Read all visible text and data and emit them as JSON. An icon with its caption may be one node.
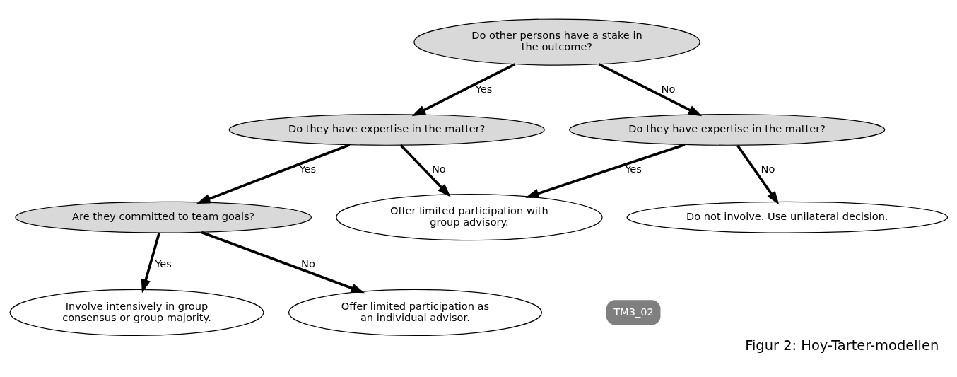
{
  "diagram": {
    "caption": "Figur 2: Hoy-Tarter-modellen",
    "nodes": [
      {
        "text": [
          "Do other persons have a stake in the outcome?"
        ]
      },
      {
        "text": [
          "Do they have expertise in the matter?"
        ]
      },
      {
        "text": [
          "Do they have expertise in the matter?"
        ]
      },
      {
        "text": [
          "Are they committed to team goals?"
        ]
      },
      {
        "text": [
          "Offer limited participation with group advisory."
        ]
      },
      {
        "text": [
          "Do not involve. Use unilateral decision."
        ]
      },
      {
        "text": [
          "Involve intensively in group consensus or group majority."
        ]
      },
      {
        "text": [
          "Offer limited participation as an individual advisor."
        ]
      }
    ],
    "edges": [
      {
        "from": 0,
        "to": 1,
        "arrow": "to",
        "label": "Yes"
      },
      {
        "from": 0,
        "to": 2,
        "arrow": "to",
        "label": "No"
      },
      {
        "from": 1,
        "to": 3,
        "arrow": "to",
        "label": "Yes"
      },
      {
        "from": 1,
        "to": 4,
        "arrow": "to",
        "label": "No"
      },
      {
        "from": 2,
        "to": 4,
        "arrow": "to",
        "label": "Yes"
      },
      {
        "from": 2,
        "to": 5,
        "arrow": "to",
        "label": "No"
      },
      {
        "from": 3,
        "to": 6,
        "arrow": "to",
        "label": "Yes"
      },
      {
        "from": 3,
        "to": 7,
        "arrow": "to",
        "label": "No"
      }
    ],
    "labels": [
      "TM3_02"
    ]
  }
}
